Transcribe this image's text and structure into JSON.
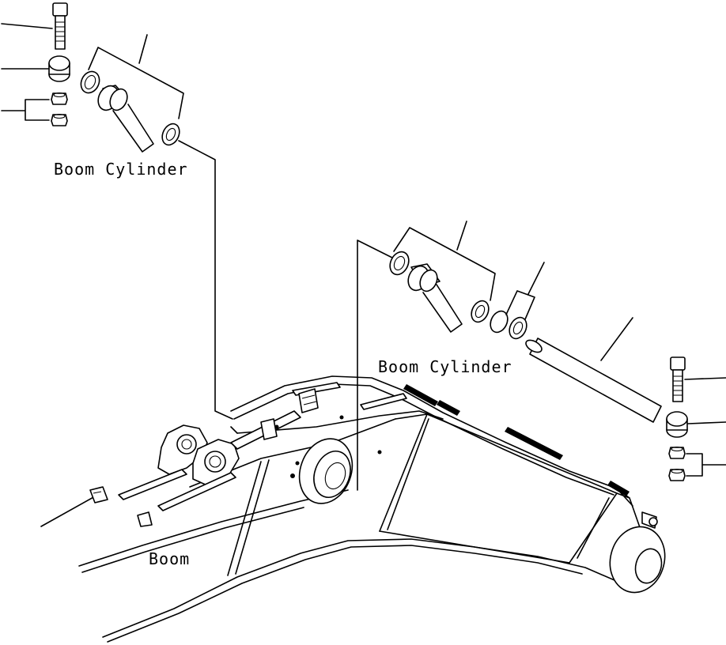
{
  "labels": {
    "cylinder_left": "Boom Cylinder",
    "cylinder_right": "Boom Cylinder",
    "boom": "Boom"
  }
}
